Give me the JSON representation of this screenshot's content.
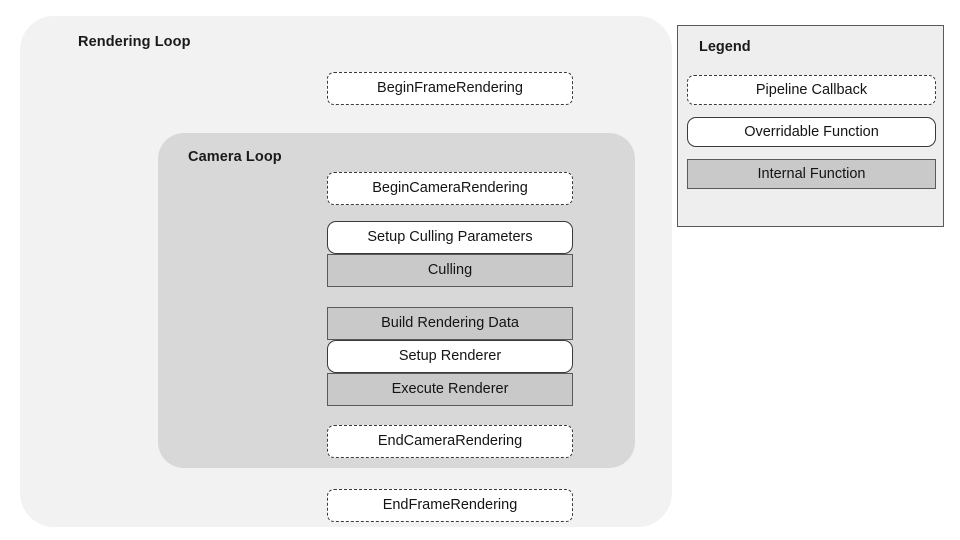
{
  "diagram": {
    "type": "nested-flow-diagram",
    "outer_container": {
      "title": "Rendering Loop",
      "fill": "#f2f2f2"
    },
    "inner_container": {
      "title": "Camera Loop",
      "fill": "#d8d8d8"
    },
    "nodes": [
      {
        "label": "BeginFrameRendering",
        "kind": "callback",
        "scope": "rendering-loop"
      },
      {
        "label": "BeginCameraRendering",
        "kind": "callback",
        "scope": "camera-loop"
      },
      {
        "label": "Setup Culling Parameters",
        "kind": "overridable",
        "scope": "camera-loop"
      },
      {
        "label": "Culling",
        "kind": "internal",
        "scope": "camera-loop"
      },
      {
        "label": "Build Rendering Data",
        "kind": "internal",
        "scope": "camera-loop"
      },
      {
        "label": "Setup Renderer",
        "kind": "overridable",
        "scope": "camera-loop"
      },
      {
        "label": "Execute Renderer",
        "kind": "internal",
        "scope": "camera-loop"
      },
      {
        "label": "EndCameraRendering",
        "kind": "callback",
        "scope": "camera-loop"
      },
      {
        "label": "EndFrameRendering",
        "kind": "callback",
        "scope": "rendering-loop"
      }
    ]
  },
  "legend": {
    "title": "Legend",
    "items": [
      {
        "label": "Pipeline Callback",
        "kind": "callback",
        "fill": "#ffffff",
        "border": "dashed"
      },
      {
        "label": "Overridable Function",
        "kind": "overridable",
        "fill": "#ffffff",
        "border": "solid-rounded"
      },
      {
        "label": "Internal Function",
        "kind": "internal",
        "fill": "#c9c9c9",
        "border": "solid-square"
      }
    ]
  },
  "colors": {
    "outer_fill": "#f2f2f2",
    "inner_fill": "#d8d8d8",
    "internal_fill": "#c9c9c9",
    "legend_fill": "#eeeeee",
    "stroke": "#3a3a3a",
    "text": "#141414"
  }
}
